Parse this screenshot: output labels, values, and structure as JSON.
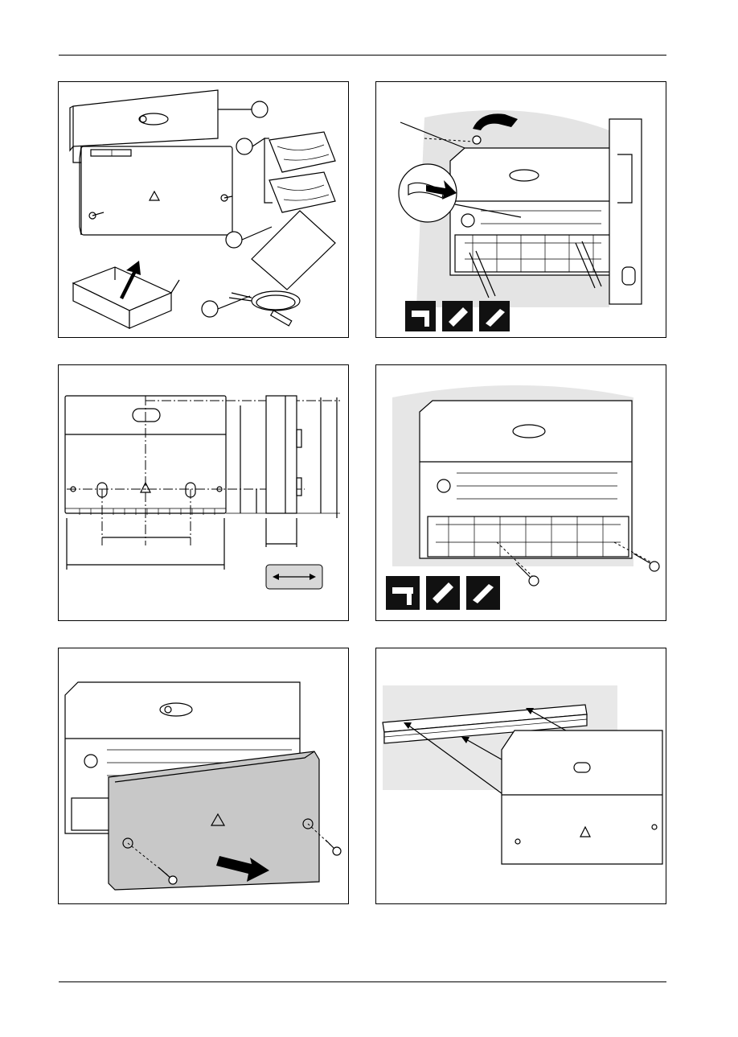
{
  "page": {
    "panels": [
      {
        "id": "scope-of-delivery",
        "icons": [
          "control-box",
          "plastic-bags",
          "manual-sheet",
          "sensor-cable",
          "package-box"
        ]
      },
      {
        "id": "remove-upper-cover",
        "icons": [
          "wall-module",
          "screwdriver",
          "drill",
          "wall-plug",
          "screw"
        ]
      },
      {
        "id": "dimensions",
        "icons": [
          "front-view",
          "side-view",
          "dimension-arrows",
          "dimension-scale-label"
        ]
      },
      {
        "id": "wall-mounting",
        "icons": [
          "wall-module",
          "screws",
          "drill",
          "wall-plug",
          "screw"
        ]
      },
      {
        "id": "remove-front-cover",
        "icons": [
          "module-open",
          "front-cover",
          "arrow",
          "screws"
        ]
      },
      {
        "id": "din-rail-mounting",
        "icons": [
          "din-rail",
          "module-closed",
          "arrows"
        ]
      }
    ]
  }
}
